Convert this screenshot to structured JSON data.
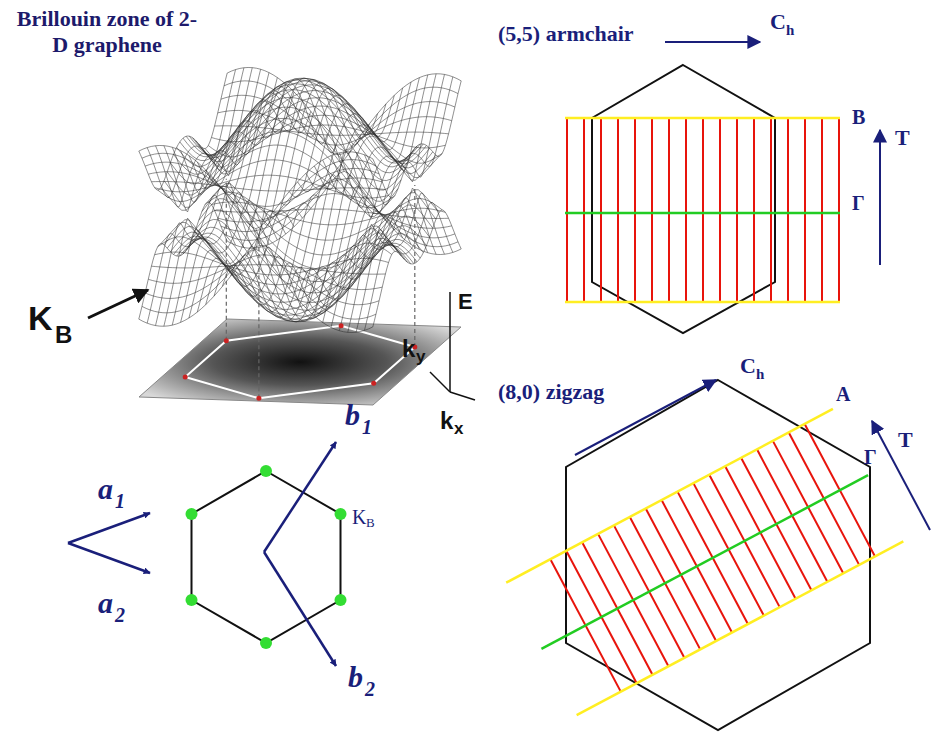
{
  "diagram": {
    "title": "Brillouin zone of 2-D graphene",
    "labels": [
      "K",
      "B",
      "k",
      "y",
      "E",
      "k",
      "x",
      "a",
      "1",
      "a",
      "2",
      "b",
      "1",
      "b",
      "2",
      "K",
      "B",
      "(5,5) armchair",
      "C",
      "h",
      "B",
      "T",
      "Γ",
      "(8,0) zigzag",
      "C",
      "h",
      "A",
      "T",
      "Γ"
    ]
  }
}
